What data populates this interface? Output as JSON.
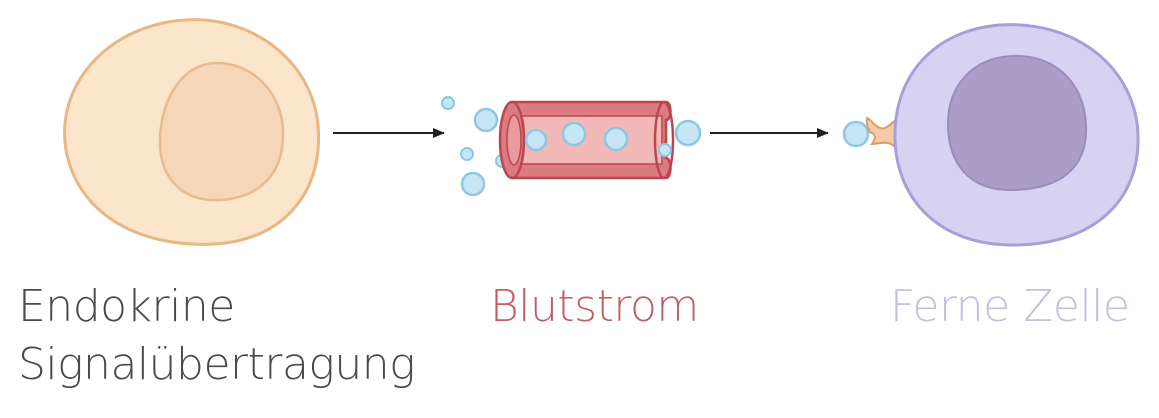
{
  "labels": {
    "source_line1": "Endokrine",
    "source_line2": "Signalübertragung",
    "vessel": "Blutstrom",
    "target": "Ferne Zelle"
  },
  "colors": {
    "source_cell_fill": "#fbe6cc",
    "source_cell_stroke": "#e8b782",
    "source_nucleus_fill": "#f5d6b6",
    "source_nucleus_stroke": "#e6bb90",
    "vessel_fill": "#dc7c80",
    "vessel_stroke": "#b9474d",
    "vessel_inner": "#f2b8b8",
    "hormone_fill": "#c7e6f5",
    "hormone_stroke": "#8dc7e3",
    "receptor_fill": "#f6c9a8",
    "receptor_stroke": "#d99b70",
    "target_cell_fill": "#d7d2f1",
    "target_cell_stroke": "#a79fd6",
    "target_nucleus_fill": "#ab9ec6",
    "arrow": "#222222",
    "text_source": "#4a4a4a",
    "text_vessel": "#c25f63",
    "text_target": "#c6bfde"
  },
  "icons": {
    "source": "secreting-cell",
    "vessel": "blood-vessel",
    "hormone": "hormone-molecule",
    "receptor": "receptor",
    "target": "target-cell"
  }
}
